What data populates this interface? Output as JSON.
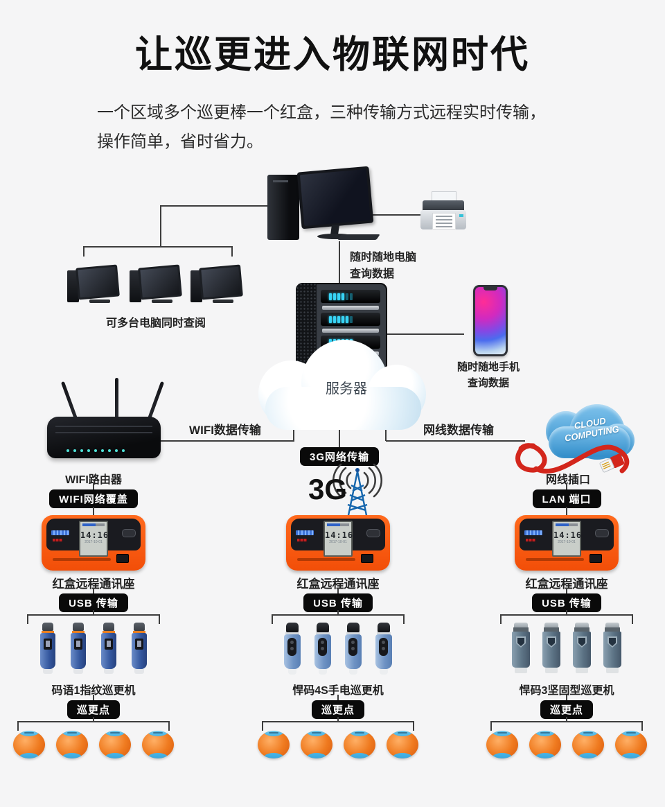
{
  "header": {
    "title": "让巡更进入物联网时代",
    "subtitle_line1": "一个区域多个巡更棒一个红盒，三种传输方式远程实时传输，",
    "subtitle_line2": "操作简单，省时省力。"
  },
  "top_section": {
    "multi_pc_label": "可多台电脑同时查阅",
    "pc_query_line1": "随时随地电脑",
    "pc_query_line2": "查询数据",
    "phone_query_line1": "随时随地手机",
    "phone_query_line2": "查询数据",
    "server_label": "服务器"
  },
  "transport": {
    "wifi_label": "WIFI数据传输",
    "g3_badge": "3G网络传输",
    "lan_label": "网线数据传输",
    "g3_text": "3G",
    "cloud_word1": "CLOUD",
    "cloud_word2": "COMPUTING"
  },
  "left_branch": {
    "router_label": "WIFI路由器",
    "coverage_badge": "WIFI网络覆盖"
  },
  "right_branch": {
    "plug_label": "网线插口",
    "lan_port_badge": "LAN 端口"
  },
  "redbox_screen": {
    "time": "14:16",
    "date": "2017-10-01"
  },
  "columns": [
    {
      "device_label": "红盒远程通讯座",
      "usb_badge": "USB 传输",
      "machine_label": "码语1指纹巡更机",
      "point_badge": "巡更点"
    },
    {
      "device_label": "红盒远程通讯座",
      "usb_badge": "USB 传输",
      "machine_label": "悍码4S手电巡更机",
      "point_badge": "巡更点"
    },
    {
      "device_label": "红盒远程通讯座",
      "usb_badge": "USB 传输",
      "machine_label": "悍码3坚固型巡更机",
      "point_badge": "巡更点"
    }
  ],
  "colors": {
    "background": "#f5f5f6",
    "accent_orange": "#f2550c",
    "badge_black": "#0a0a0a",
    "connector_line": "#3d3d3d",
    "server_led_blue": "#38d3f5",
    "cloud_blue": "#3e97d2",
    "cable_red": "#d3261c",
    "stick_blue": "#3f63a8",
    "stick_steel_blue": "#7ca0cc",
    "stick_slate": "#5d7486",
    "ball_orange": "#ef7a1f",
    "ball_cap_blue": "#48b4e6"
  }
}
